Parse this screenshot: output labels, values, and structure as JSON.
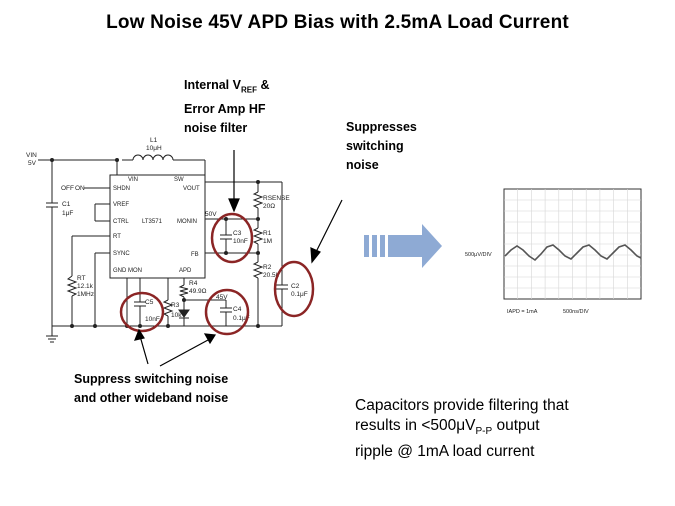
{
  "title": "Low Noise 45V APD Bias with 2.5mA Load Current",
  "callouts": {
    "vref_line1_prefix": "Internal V",
    "vref_line1_sub": "REF",
    "vref_line1_suffix": " &",
    "vref_line2": "Error Amp HF",
    "vref_line3": "noise filter",
    "switching_line1": "Suppresses",
    "switching_line2": "switching",
    "switching_line3": "noise",
    "wideband_line1": "Suppress switching noise",
    "wideband_line2": "and other wideband noise"
  },
  "caption": {
    "line1": "Capacitors provide filtering that",
    "line2_prefix": "results in <500μV",
    "line2_sub": "P-P",
    "line2_suffix": " output",
    "line3": "ripple @ 1mA load current"
  },
  "circuit": {
    "chip_name": "LT3571",
    "pins": {
      "vin": "VIN",
      "sw": "SW",
      "shdn": "SHDN",
      "vout": "VOUT",
      "vref": "VREF",
      "ctrl": "CTRL",
      "monin": "MONIN",
      "rt": "RT",
      "fb": "FB",
      "sync": "SYNC",
      "gnd_mon": "GND MON",
      "apd": "APD"
    },
    "input_label_1": "VIN",
    "input_label_2": "5V",
    "switch_off": "OFF",
    "switch_on": "ON",
    "l1_name": "L1",
    "l1_value": "10μH",
    "c1_name": "C1",
    "c1_value": "1μF",
    "rt_name": "RT",
    "rt_value1": "12.1k",
    "rt_value2": "1MHz",
    "c5_name": "C5",
    "c5_value": "10nF",
    "r3_name": "R3",
    "r3_value": "10k",
    "r4_name": "R4",
    "r4_value": "49.9Ω",
    "c4_name": "C4",
    "c4_value": "0.1μF",
    "v45": "45V",
    "c3_name": "C3",
    "c3_value": "10nF",
    "rsense_name": "RSENSE",
    "rsense_value": "20Ω",
    "r1_name": "R1",
    "r1_value": "1M",
    "r2_name": "R2",
    "r2_value": "20.5k",
    "c2_name": "C2",
    "c2_value": "0.1μF",
    "v50": "50V"
  },
  "scope": {
    "vdiv": "500μV/DIV",
    "iapd": "IAPD = 1mA",
    "tdiv": "500ns/DIV"
  },
  "colors": {
    "highlight_circle": "#8b2525",
    "arrow": "#8eaad4"
  }
}
